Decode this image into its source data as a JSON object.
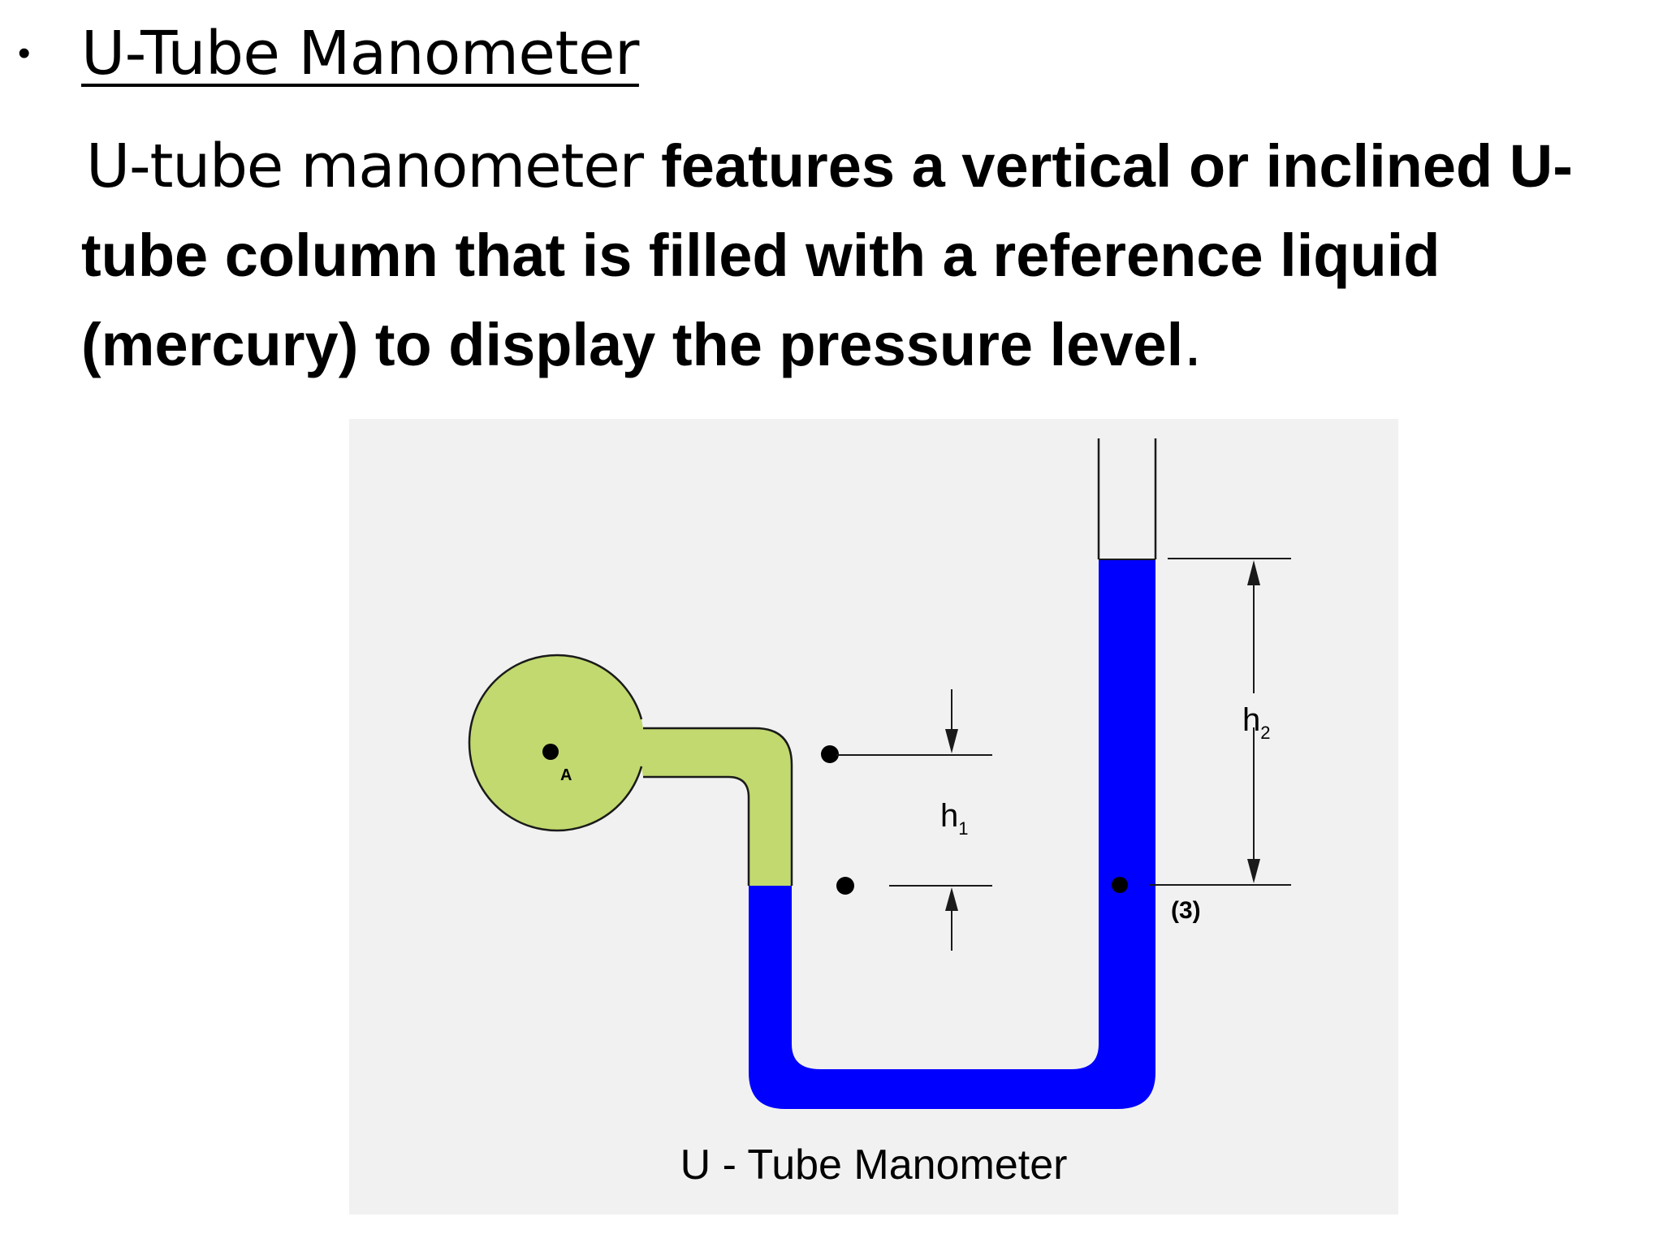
{
  "slide": {
    "bullet": "•",
    "heading": "U-Tube Manometer",
    "paragraph": {
      "lead": "U-tube manometer",
      "bold": "features a vertical or inclined U-tube column that is filled with a reference liquid (mercury) to display the pressure level",
      "trail": "."
    }
  },
  "diagram": {
    "point_label": "A",
    "h1_label": "h",
    "h1_sub": "1",
    "h2_label": "h",
    "h2_sub": "2",
    "ref_label": "(3)",
    "caption": "U - Tube Manometer",
    "colors": {
      "background": "#f1f1f1",
      "fluid_green": "#c1d96e",
      "mercury_blue": "#0000ff",
      "outline": "#1a1a1a"
    }
  }
}
